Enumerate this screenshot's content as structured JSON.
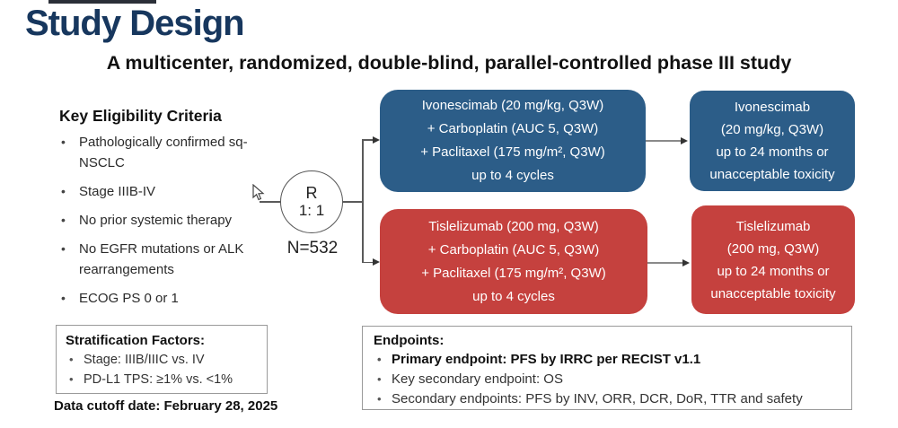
{
  "slide": {
    "title": "Study Design",
    "subtitle": "A multicenter, randomized, double-blind, parallel-controlled phase III study"
  },
  "colors": {
    "navy": "#17375e",
    "arm_blue": "#2c5d88",
    "arm_red": "#c5413e"
  },
  "eligibility": {
    "heading": "Key Eligibility Criteria",
    "items": [
      "Pathologically confirmed sq-NSCLC",
      "Stage IIIB-IV",
      "No prior systemic therapy",
      "No EGFR mutations or ALK rearrangements",
      "ECOG PS 0 or 1"
    ]
  },
  "randomization": {
    "symbol": "R",
    "ratio": "1: 1",
    "n_label": "N=532"
  },
  "arms": {
    "induction_blue": {
      "lines": [
        "Ivonescimab (20 mg/kg, Q3W)",
        "+ Carboplatin (AUC 5, Q3W)",
        "+ Paclitaxel (175 mg/m², Q3W)",
        "up to 4 cycles"
      ]
    },
    "induction_red": {
      "lines": [
        "Tislelizumab (200 mg, Q3W)",
        "+ Carboplatin (AUC 5, Q3W)",
        "+ Paclitaxel (175 mg/m², Q3W)",
        "up to 4 cycles"
      ]
    },
    "maintenance_blue": {
      "lines": [
        "Ivonescimab",
        "(20 mg/kg, Q3W)",
        "up to 24 months or",
        "unacceptable toxicity"
      ]
    },
    "maintenance_red": {
      "lines": [
        "Tislelizumab",
        "(200 mg, Q3W)",
        "up to 24 months or",
        "unacceptable toxicity"
      ]
    }
  },
  "stratification": {
    "title": "Stratification Factors:",
    "items": [
      "Stage: IIIB/IIIC vs. IV",
      "PD-L1 TPS: ≥1% vs. <1%"
    ]
  },
  "endpoints": {
    "title": "Endpoints:",
    "primary": "Primary endpoint: PFS by IRRC per RECIST v1.1",
    "key_secondary": "Key secondary endpoint: OS",
    "secondary": "Secondary endpoints: PFS by INV, ORR, DCR, DoR, TTR and safety"
  },
  "footer": {
    "data_cutoff": "Data cutoff date: February 28, 2025"
  }
}
